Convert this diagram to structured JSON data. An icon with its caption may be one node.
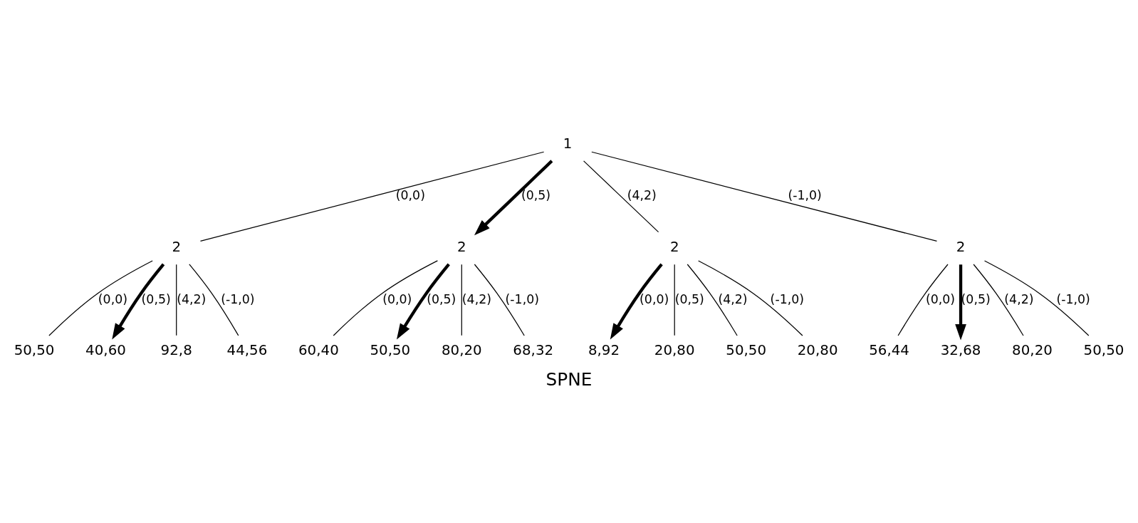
{
  "diagram": {
    "caption": "SPNE",
    "nodes": [
      {
        "text": [
          "1"
        ]
      },
      {
        "text": [
          "2"
        ]
      },
      {
        "text": [
          "2"
        ]
      },
      {
        "text": [
          "2"
        ]
      },
      {
        "text": [
          "2"
        ]
      },
      {
        "text": [
          "50,50"
        ]
      },
      {
        "text": [
          "40,60"
        ]
      },
      {
        "text": [
          "92,8"
        ]
      },
      {
        "text": [
          "44,56"
        ]
      },
      {
        "text": [
          "60,40"
        ]
      },
      {
        "text": [
          "50,50"
        ]
      },
      {
        "text": [
          "80,20"
        ]
      },
      {
        "text": [
          "68,32"
        ]
      },
      {
        "text": [
          "8,92"
        ]
      },
      {
        "text": [
          "20,80"
        ]
      },
      {
        "text": [
          "50,50"
        ]
      },
      {
        "text": [
          "20,80"
        ]
      },
      {
        "text": [
          "56,44"
        ]
      },
      {
        "text": [
          "32,68"
        ]
      },
      {
        "text": [
          "80,20"
        ]
      },
      {
        "text": [
          "50,50"
        ]
      }
    ],
    "edges": [
      {
        "from": 0,
        "to": 1,
        "arrow": "none",
        "label": "(0,0)"
      },
      {
        "from": 0,
        "to": 2,
        "arrow": "to",
        "label": "(0,5)",
        "style": "thick"
      },
      {
        "from": 0,
        "to": 3,
        "arrow": "none",
        "label": "(4,2)"
      },
      {
        "from": 0,
        "to": 4,
        "arrow": "none",
        "label": "(-1,0)"
      },
      {
        "from": 1,
        "to": 5,
        "arrow": "none",
        "label": "(0,0)"
      },
      {
        "from": 1,
        "to": 6,
        "arrow": "to",
        "label": "(0,5)",
        "style": "thick"
      },
      {
        "from": 1,
        "to": 7,
        "arrow": "none",
        "label": "(4,2)"
      },
      {
        "from": 1,
        "to": 8,
        "arrow": "none",
        "label": "(-1,0)"
      },
      {
        "from": 2,
        "to": 9,
        "arrow": "none",
        "label": "(0,0)"
      },
      {
        "from": 2,
        "to": 10,
        "arrow": "to",
        "label": "(0,5)",
        "style": "thick"
      },
      {
        "from": 2,
        "to": 11,
        "arrow": "none",
        "label": "(4,2)"
      },
      {
        "from": 2,
        "to": 12,
        "arrow": "none",
        "label": "(-1,0)"
      },
      {
        "from": 3,
        "to": 13,
        "arrow": "to",
        "label": "(0,0)",
        "style": "thick"
      },
      {
        "from": 3,
        "to": 14,
        "arrow": "none",
        "label": "(0,5)"
      },
      {
        "from": 3,
        "to": 15,
        "arrow": "none",
        "label": "(4,2)"
      },
      {
        "from": 3,
        "to": 16,
        "arrow": "none",
        "label": "(-1,0)"
      },
      {
        "from": 4,
        "to": 17,
        "arrow": "none",
        "label": "(0,0)"
      },
      {
        "from": 4,
        "to": 18,
        "arrow": "to",
        "label": "(0,5)",
        "style": "thick"
      },
      {
        "from": 4,
        "to": 19,
        "arrow": "none",
        "label": "(4,2)"
      },
      {
        "from": 4,
        "to": 20,
        "arrow": "none",
        "label": "(-1,0)"
      }
    ]
  }
}
